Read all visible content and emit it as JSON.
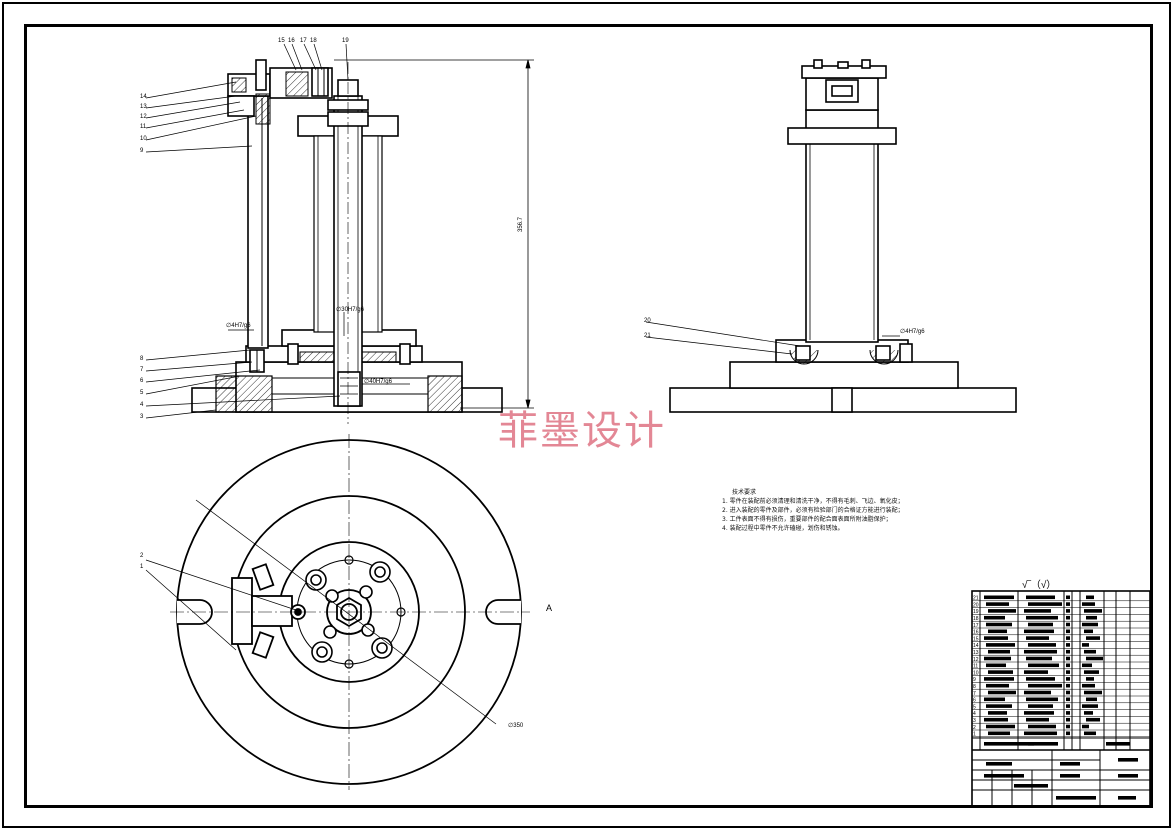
{
  "watermark": "菲墨设计",
  "section_label": "A",
  "roughness_symbol": "√‾（√）",
  "tech_requirements": {
    "title": "技术要求",
    "items": [
      "1. 零件在装配前必须清理和清洗干净，不得有毛刺、飞边、氧化皮；",
      "2. 进入装配的零件及部件，必须有检验部门的合格证方能进行装配；",
      "3. 工件表面不得有损伤，重要部件的配合面表面所附油脂保护；",
      "4. 装配过程中零件不允许磕碰，划伤和锈蚀。"
    ]
  },
  "dimensions": {
    "overall_height": "356.7",
    "fit_left": "∅4H7/g6",
    "fit_shaft": "∅30H7/g6",
    "fit_base": "∅40H7/g6",
    "fit_right": "∅4H7/g6",
    "diameter_plate": "∅350"
  },
  "callouts_top": [
    "15",
    "16",
    "17",
    "18",
    "19"
  ],
  "callouts_left_upper": [
    "14",
    "13",
    "12",
    "11",
    "10",
    "9"
  ],
  "callouts_left_lower": [
    "8",
    "7",
    "6",
    "5",
    "4",
    "3"
  ],
  "callouts_right": [
    "20",
    "21"
  ],
  "callouts_plan": [
    "2",
    "1"
  ],
  "title_block": {
    "row_numbers": [
      "21",
      "20",
      "19",
      "18",
      "17",
      "16",
      "15",
      "14",
      "13",
      "12",
      "11",
      "10",
      "9",
      "8",
      "7",
      "6",
      "5",
      "4",
      "3",
      "2",
      "1"
    ]
  }
}
